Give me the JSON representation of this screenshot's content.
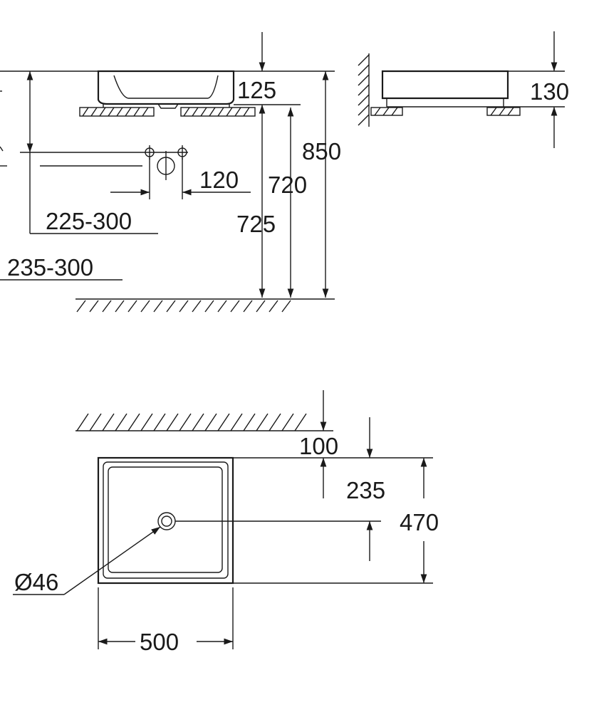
{
  "dimensions": {
    "basin_height_front": "125",
    "basin_height_side": "130",
    "total_height": "850",
    "counter_height": "720",
    "support_height": "725",
    "tap_spacing": "120",
    "drain_offset_a": "225-300",
    "drain_offset_b": "235-300",
    "wall_gap": "100",
    "drain_center_depth": "235",
    "basin_depth": "470",
    "drain_diameter": "Ø46",
    "basin_width": "500"
  }
}
